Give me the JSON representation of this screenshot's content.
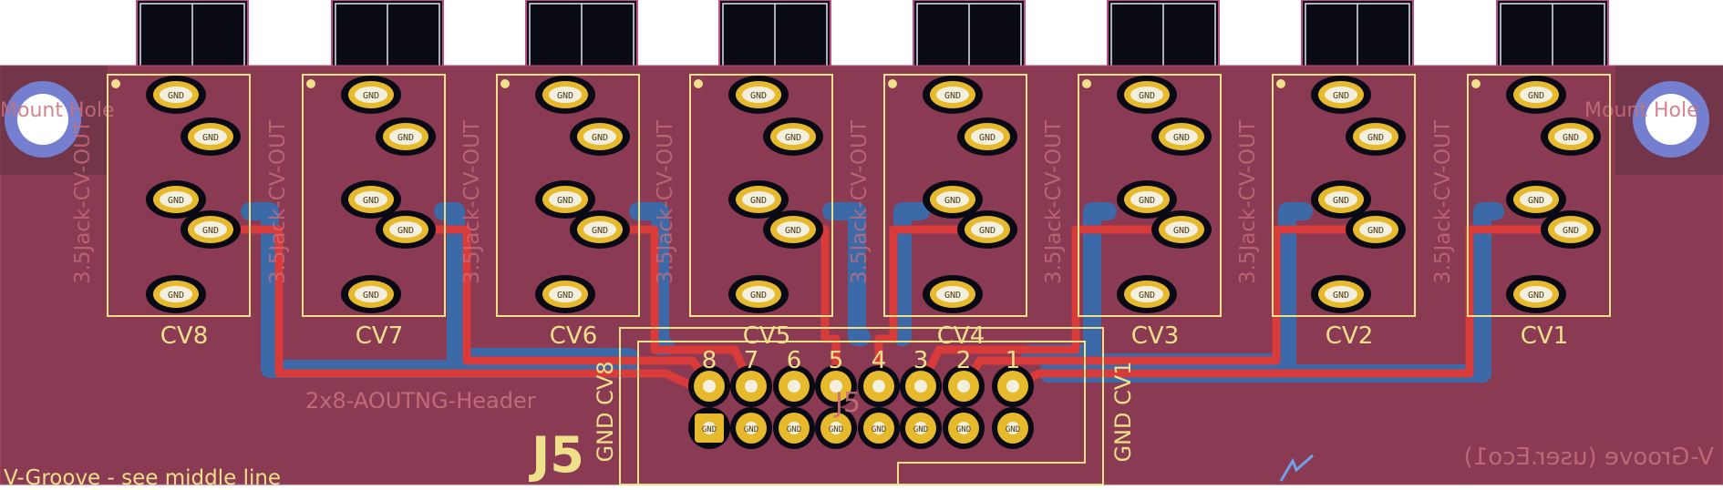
{
  "colors": {
    "background": "#ffffff",
    "board": "#8a3a52",
    "copper_front": "#d93a3a",
    "copper_back": "#3c69a8",
    "silkscreen": "#efe08a",
    "fab_text": "#c9707d",
    "pad": "#e7b92c",
    "mount_ring": "#7480cf"
  },
  "jacks": [
    {
      "ref": "CV8",
      "footprint": "3.5Jack-CV-OUT"
    },
    {
      "ref": "CV7",
      "footprint": "3.5Jack-CV-OUT"
    },
    {
      "ref": "CV6",
      "footprint": "3.5Jack-CV-OUT"
    },
    {
      "ref": "CV5",
      "footprint": "3.5Jack-CV-OUT"
    },
    {
      "ref": "CV4",
      "footprint": "3.5Jack-CV-OUT"
    },
    {
      "ref": "CV3",
      "footprint": "3.5Jack-CV-OUT"
    },
    {
      "ref": "CV2",
      "footprint": "3.5Jack-CV-OUT"
    },
    {
      "ref": "CV1",
      "footprint": "3.5Jack-CV-OUT"
    }
  ],
  "mount_hole_label": "Mount Hole",
  "jack_pad_label": "GND",
  "header": {
    "ref": "J5",
    "footprint": "2x8-AOUTNG-Header",
    "pin_numbers": [
      "8",
      "7",
      "6",
      "5",
      "4",
      "3",
      "2",
      "1"
    ],
    "left_label": "GND CV8",
    "right_label": "GND CV1",
    "pad_label": "GND"
  },
  "vgroove_left": "V-Groove - see middle line",
  "vgroove_right": "V-Groove (user.Eco1)"
}
